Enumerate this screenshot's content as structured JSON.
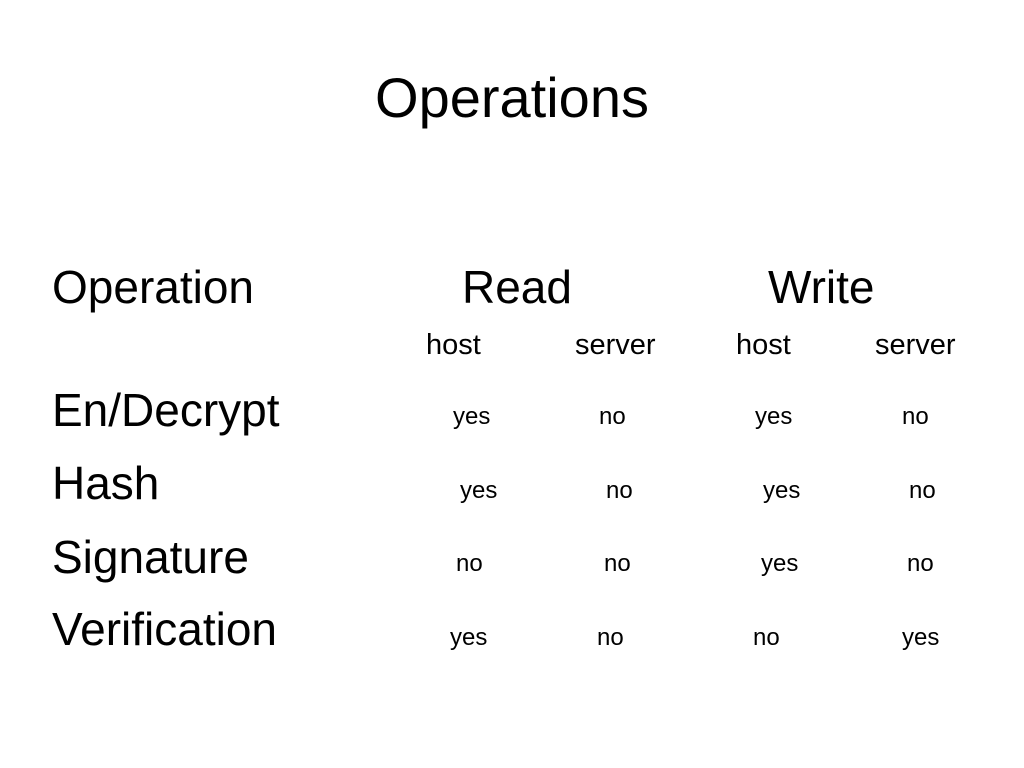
{
  "slide": {
    "title": "Operations"
  },
  "table": {
    "header": {
      "operation": "Operation",
      "read": "Read",
      "write": "Write"
    },
    "subheader": [
      "host",
      "server",
      "host",
      "server"
    ],
    "rows": [
      {
        "label": "En/Decrypt",
        "values": [
          "yes",
          "no",
          "yes",
          "no"
        ]
      },
      {
        "label": "Hash",
        "values": [
          "yes",
          "no",
          "yes",
          "no"
        ]
      },
      {
        "label": "Signature",
        "values": [
          "no",
          "no",
          "yes",
          "no"
        ]
      },
      {
        "label": "Verification",
        "values": [
          "yes",
          "no",
          "no",
          "yes"
        ]
      }
    ]
  }
}
